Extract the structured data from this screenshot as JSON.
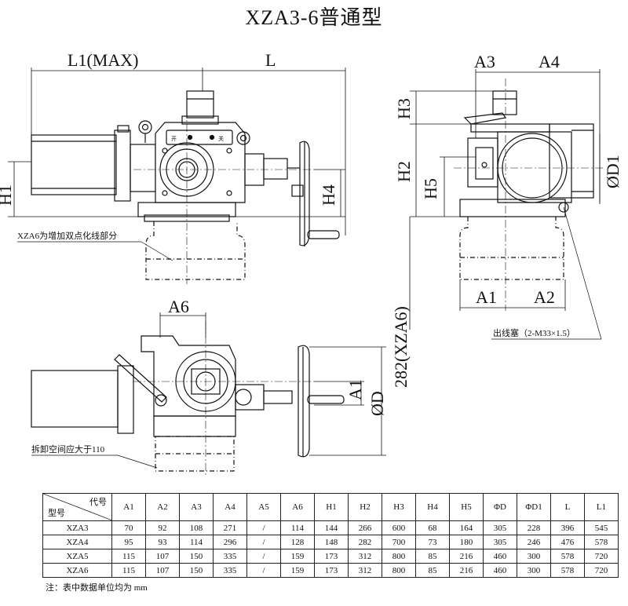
{
  "title": "XZA3-6普通型",
  "dims": {
    "l1": "L1(MAX)",
    "l": "L",
    "h1": "H1",
    "h4": "H4",
    "a3": "A3",
    "a4": "A4",
    "h3": "H3",
    "h2": "H2",
    "h5": "H5",
    "d1": "ØD1",
    "a1_bottom": "A1",
    "a2_bottom": "A2",
    "v282": "282(XZA6)",
    "a6": "A6",
    "a1_side": "A1",
    "d": "ØD"
  },
  "panel": {
    "open": "开",
    "close": "关"
  },
  "notes": {
    "xza6": "XZA6为增加双点化线部分",
    "disassembly": "拆卸空间应大于110",
    "outlet": "出线塞（2-M33×1.5）"
  },
  "table": {
    "corner_top": "代号",
    "corner_bottom": "型号",
    "headers": [
      "A1",
      "A2",
      "A3",
      "A4",
      "A5",
      "A6",
      "H1",
      "H2",
      "H3",
      "H4",
      "H5",
      "ΦD",
      "ΦD1",
      "L",
      "L1"
    ],
    "rows": [
      {
        "model": "XZA3",
        "values": [
          "70",
          "92",
          "108",
          "271",
          "/",
          "114",
          "144",
          "266",
          "600",
          "68",
          "164",
          "305",
          "228",
          "396",
          "545"
        ]
      },
      {
        "model": "XZA4",
        "values": [
          "95",
          "93",
          "114",
          "296",
          "/",
          "128",
          "148",
          "282",
          "700",
          "73",
          "180",
          "305",
          "246",
          "476",
          "578"
        ]
      },
      {
        "model": "XZA5",
        "values": [
          "115",
          "107",
          "150",
          "335",
          "/",
          "159",
          "173",
          "312",
          "800",
          "85",
          "216",
          "460",
          "300",
          "578",
          "720"
        ]
      },
      {
        "model": "XZA6",
        "values": [
          "115",
          "107",
          "150",
          "335",
          "/",
          "159",
          "173",
          "312",
          "800",
          "85",
          "216",
          "460",
          "300",
          "578",
          "720"
        ]
      }
    ],
    "footnote": "注：表中数据单位均为 mm"
  }
}
